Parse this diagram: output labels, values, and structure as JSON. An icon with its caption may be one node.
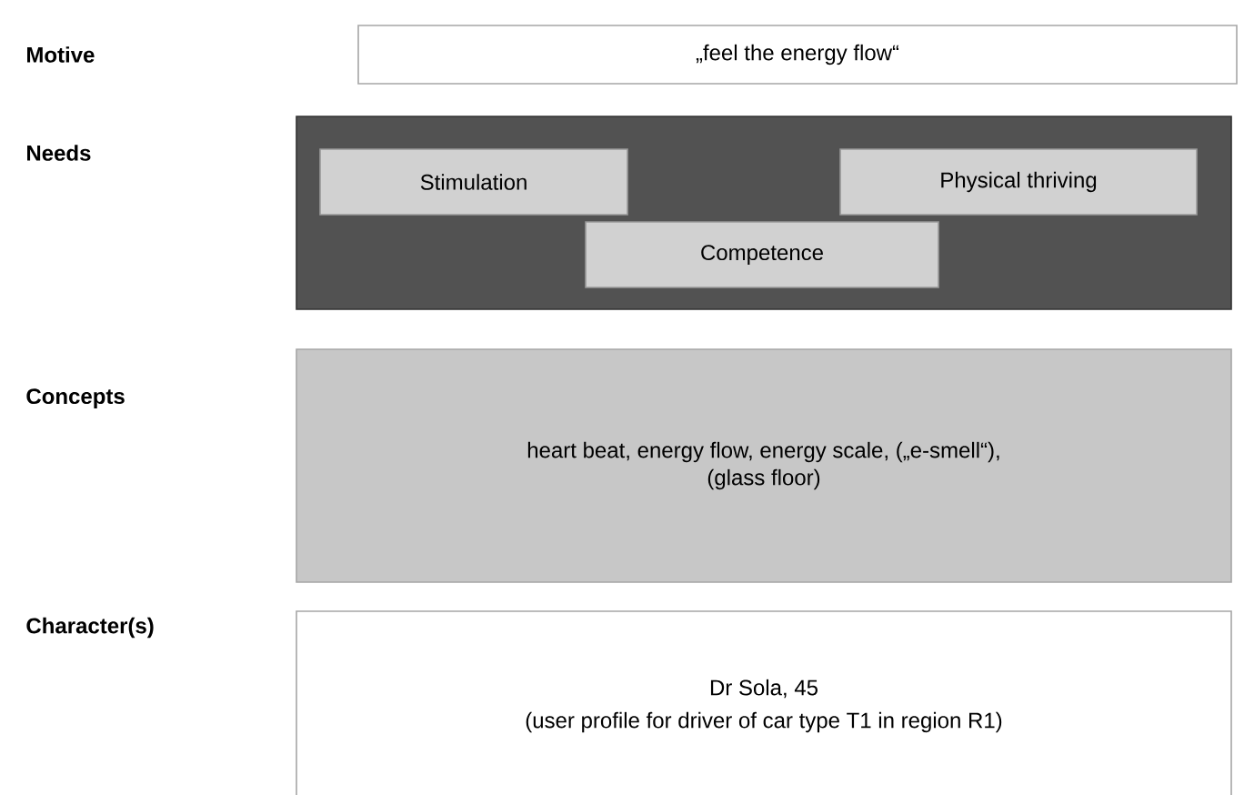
{
  "diagram": {
    "nodes": [
      {
        "text": [
          "„feel the energy flow“"
        ]
      },
      {
        "text": [],
        "shape": "box"
      },
      {
        "text": [
          "Stimulation"
        ],
        "in": 1
      },
      {
        "text": [
          "Physical thriving"
        ],
        "in": 1
      },
      {
        "text": [
          "Competence"
        ],
        "in": 1
      },
      {
        "text": [
          "heart beat, energy flow, energy scale, („e-smell“), (glass floor)"
        ]
      },
      {
        "text": [
          "Dr Sola, 45",
          "(user profile for driver of car type T1 in region R1)"
        ]
      }
    ],
    "labels": [
      "Motive",
      "Needs",
      "Concepts",
      "Character(s)"
    ]
  }
}
